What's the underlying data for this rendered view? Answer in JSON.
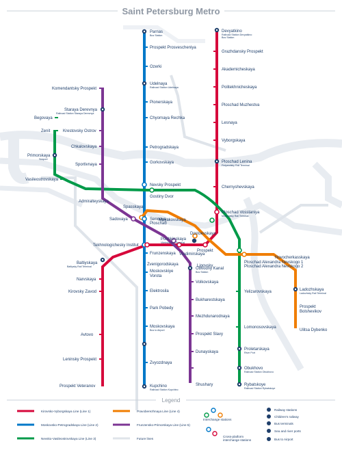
{
  "title": "Saint Petersburg Metro",
  "colors": {
    "line1": "#d6083b",
    "line2": "#0078c8",
    "line3": "#009a49",
    "line4": "#f07d00",
    "line5": "#7c3593",
    "future": "#dfe4ea",
    "water": "#e8ecf1",
    "text": "#1f3f6b",
    "title": "#8e97a3"
  },
  "stations": {
    "parnas": "Parnas",
    "parnas_sub": "Bus Station",
    "prospekt_prosvescheniya": "Prospekt Prosvescheniya",
    "ozerki": "Ozerki",
    "udelnaya": "Udelnaya",
    "udelnaya_sub": "Railroad Station Udelnaya",
    "pionerskaya": "Pionerskaya",
    "chyornaya_rechka": "Chyornaya Rechka",
    "petrogradskaya": "Petrogradskaya",
    "gorkovskaya": "Gorkovskaya",
    "nevsky_prospekt": "Nevsky Prospekt",
    "gostiny_dvor": "Gostiny Dvor",
    "sennaya": "Sennaya",
    "ploschad": "Ploschad",
    "tekhnologichesky_institut": "Tekhnologichesky Institut",
    "frunzenskaya": "Frunzenskaya",
    "moskovskie_vorota": "Moskovskiye",
    "vorota": "Vorota",
    "elektrosila": "Elektrosila",
    "park_pobedy": "Park Pobedy",
    "moskovskaya": "Moskovskaya",
    "moskovskaya_sub": "Bus to Airport",
    "zvyozdnaya": "Zvyozdnaya",
    "kupchino": "Kupchino",
    "kupchino_sub": "Railroad Station Kupchino",
    "devyatkino": "Devyatkino",
    "devyatkino_sub1": "Railroad Station Devyatkino",
    "devyatkino_sub2": "Bus Station",
    "grazhdansky_prospekt": "Grazhdansky Prospekt",
    "akademicheskaya": "Akademicheskaya",
    "politekhnicheskaya": "Politekhnicheskaya",
    "ploschad_muzhestva": "Ploschad Muzhestva",
    "lesnaya": "Lesnaya",
    "vyborgskaya": "Vyborgskaya",
    "ploschad_lenina": "Ploschad Lenina",
    "ploschad_lenina_sub": "Finlyandsky Rail Terminal",
    "chernyshevskaya": "Chernyshevskaya",
    "ploschad_vosstaniya": "Ploschad Vosstaniya",
    "ploschad_vosstaniya_sub": "Moskovsky Rail Terminal",
    "vladimirskaya": "Vladimirskaya",
    "pushkinskaya": "Pushkinskaya",
    "pushkinskaya_sub": "Vitebsky Rail Terminal",
    "baltiyskaya": "Baltiyskaya",
    "baltiyskaya_sub": "Baltiysky Rail Terminal",
    "narvskaya": "Narvskaya",
    "kirovsky_zavod": "Kirovsky Zavod",
    "avtovo": "Avtovo",
    "leninsky_prospekt": "Leninsky Prospekt",
    "prospekt_veteranov": "Prospekt Veteranov",
    "komendantsky_prospekt": "Komendantsky Prospekt",
    "staraya_derevnya": "Staraya Derevnya",
    "staraya_derevnya_sub": "Railroad Station Staraya Derevnya",
    "krestovsky_ostrov": "Krestovsky Ostrov",
    "chkalovskaya": "Chkalovskaya",
    "sportivnaya": "Sportivnaya",
    "admiralteyskaya": "Admiralteyskaya",
    "sadovaya": "Sadovaya",
    "zvenigorodskaya": "Zvenigorodskaya",
    "obvodny_kanal": "Obvodny Kanal",
    "obvodny_kanal_sub": "Bus Station",
    "volkovskaya": "Volkovskaya",
    "bukharestskaya": "Bukharestskaya",
    "mezhdunarodnaya": "Mezhdunarodnaya",
    "prospekt_slavy": "Prospekt Slavy",
    "dunayskaya": "Dunayskaya",
    "shushary": "Shushary",
    "begovaya": "Begovaya",
    "zenit": "Zenit",
    "primorskaya": "Primorskaya",
    "primorskaya_sub": "Seaport",
    "vasileostrovskaya": "Vasileostrovskaya",
    "mayakovskaya": "Mayakovskaya",
    "ploschad_alexandra_1": "Ploschad Alexandra Nevskogo 1",
    "ploschad_alexandra_2": "Ploschad Alexandra Nevskogo 2",
    "yelizarovskaya": "Yelizarovskaya",
    "lomonosovskaya": "Lomonosovskaya",
    "proletarskaya": "Proletarskaya",
    "proletarskaya_sub": "River Port",
    "obukhovo": "Obukhovo",
    "obukhovo_sub": "Railroad Station Obukhovo",
    "rybatskoye": "Rybatskoye",
    "rybatskoye_sub": "Railroad Station Rybatskoye",
    "spasskaya": "Spasskaya",
    "dostoevskaya": "Dostoevskaya",
    "ligovsky_prospekt": "Ligovsky",
    "ligovsky_prospekt2": "Prospekt",
    "novocherkasskaya": "Novocherkasskaya",
    "ladozhskaya": "Ladozhskaya",
    "ladozhskaya_sub": "Ladozhsky Rail Terminal",
    "prospekt_bolshevikov_1": "Prospekt",
    "prospekt_bolshevikov_2": "Bolshevikov",
    "ulitsa_dybenko": "Ulitsa Dybenko"
  },
  "legend": {
    "title": "Legend",
    "line1": "Kirovsko-Vyborgskaya Line (Line 1)",
    "line2": "Moskovsko-Petrogradskaya Line (Line 2)",
    "line3": "Nevsko-Vasileostrovskaya Line (Line 3)",
    "line4": "Pravoberezhnaya Line (Line 4)",
    "line5": "Frunzensko-Primorskaya Line (Line 5)",
    "future": "Future lines",
    "interchange": "Interchange stations",
    "cross_platform_1": "Cross-platform",
    "cross_platform_2": "interchange stations",
    "railway": "Railway stations",
    "childrens_railway": "Children's railway",
    "bus_terminals": "Bus terminals",
    "sea_river": "Sea and river ports",
    "bus_airport": "Bus to Airport"
  }
}
